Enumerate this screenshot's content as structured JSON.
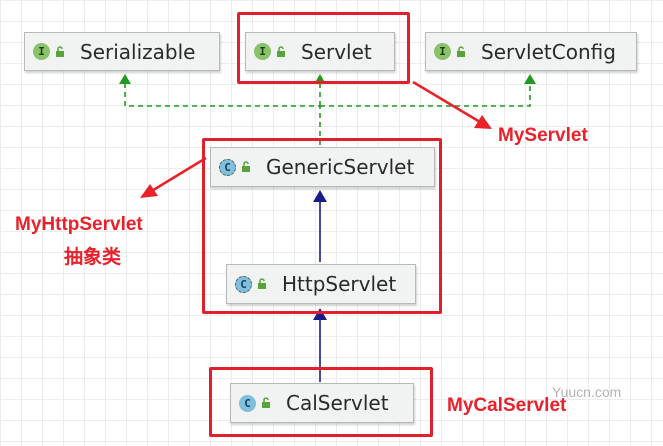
{
  "nodes": {
    "serializable": {
      "label": "Serializable",
      "kind": "I"
    },
    "servlet": {
      "label": "Servlet",
      "kind": "I"
    },
    "servlet_config": {
      "label": "ServletConfig",
      "kind": "I"
    },
    "generic_servlet": {
      "label": "GenericServlet",
      "kind": "C"
    },
    "http_servlet": {
      "label": "HttpServlet",
      "kind": "C"
    },
    "cal_servlet": {
      "label": "CalServlet",
      "kind": "C"
    }
  },
  "annotations": {
    "my_servlet": "MyServlet",
    "my_http_servlet": "MyHttpServlet",
    "my_http_servlet_note": "抽象类",
    "my_cal_servlet": "MyCalServlet"
  },
  "watermark": "Yuucn.com",
  "colors": {
    "highlight": "#e0202a",
    "implements_line": "#1f9a1f",
    "extends_line": "#1b1b8a"
  }
}
